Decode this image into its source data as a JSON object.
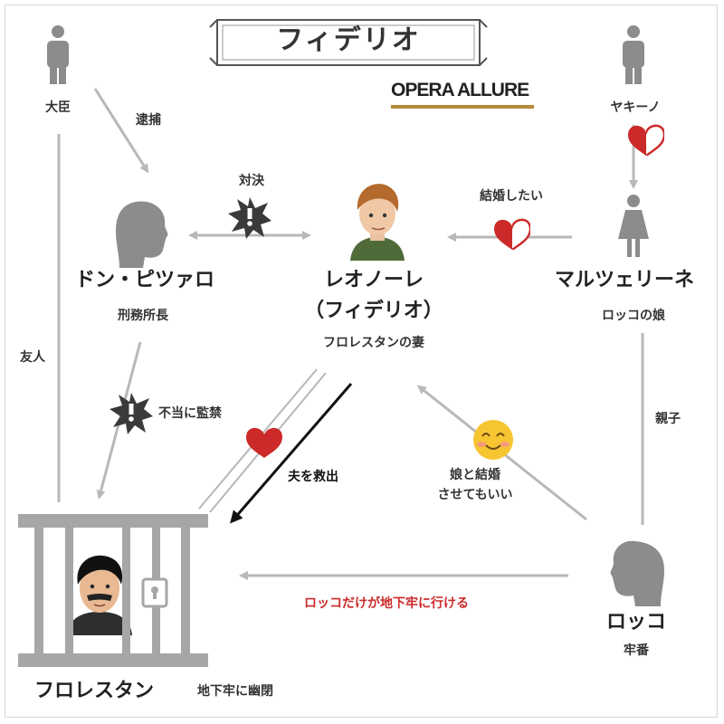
{
  "title": "フィデリオ",
  "brand": "OPERA ALLURE",
  "characters": {
    "minister": {
      "name": "大臣"
    },
    "jaquino": {
      "name": "ヤキーノ"
    },
    "pizarro": {
      "name": "ドン・ピツァロ",
      "role": "刑務所長"
    },
    "leonore": {
      "name": "レオノーレ",
      "alias": "（フィデリオ）",
      "role": "フロレスタンの妻"
    },
    "marzelline": {
      "name": "マルツェリーネ",
      "role": "ロッコの娘"
    },
    "rocco": {
      "name": "ロッコ",
      "role": "牢番"
    },
    "florestan": {
      "name": "フロレスタン",
      "role": "地下牢に幽閉"
    }
  },
  "relations": {
    "arrest": "逮捕",
    "confront": "対決",
    "want_marry": "結婚したい",
    "friend": "友人",
    "imprison": "不当に監禁",
    "rescue": "夫を救出",
    "allow_marry_1": "娘と結婚",
    "allow_marry_2": "させてもいい",
    "parent_child": "親子",
    "only_rocco": "ロッコだけが地下牢に行ける"
  },
  "colors": {
    "arrow": "#b8b8b8",
    "silhouette": "#8c8c8c",
    "heart": "#cc2a2a",
    "accent_red": "#cc2a2a",
    "bars": "#a6a6a6",
    "emoji": "#f7c531"
  },
  "icons": [
    "person-icon",
    "woman-icon",
    "profile-silhouette-icon",
    "heart-icon",
    "half-heart-icon",
    "clash-icon",
    "smile-emoji-icon",
    "jail-icon"
  ]
}
